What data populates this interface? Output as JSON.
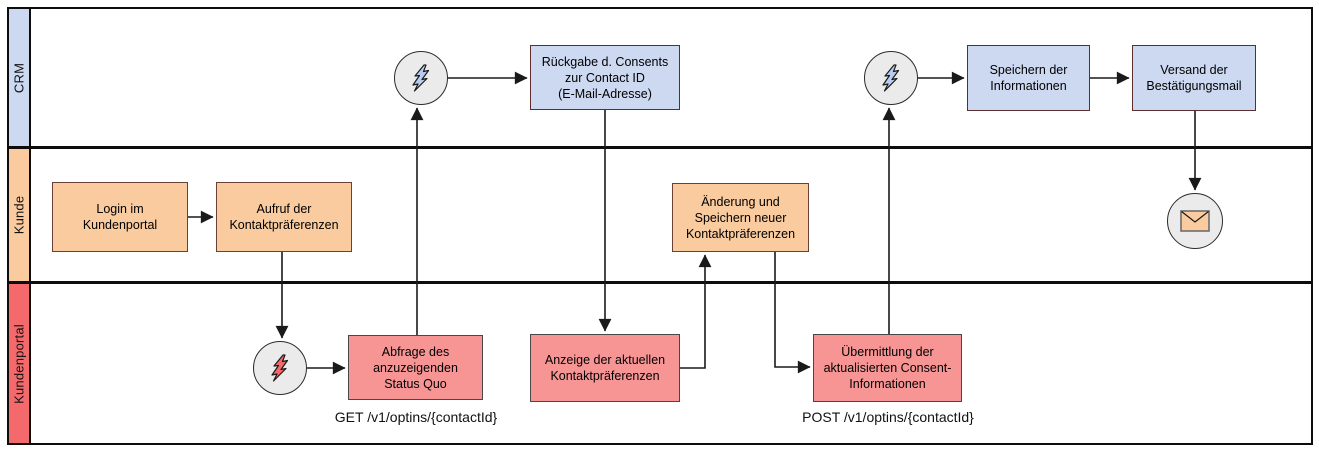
{
  "diagram": {
    "type": "swimlane-flowchart",
    "lanes": [
      {
        "id": "crm",
        "label": "CRM",
        "color": "#ccd9f1"
      },
      {
        "id": "kunde",
        "label": "Kunde",
        "color": "#f9cb9e"
      },
      {
        "id": "kundenportal",
        "label": "Kundenportal",
        "color": "#f4696b"
      }
    ],
    "nodes": {
      "login": {
        "lane": "kunde",
        "label": "Login im\nKundenportal"
      },
      "aufruf": {
        "lane": "kunde",
        "label": "Aufruf der\nKontaktpräferenzen"
      },
      "aenderung": {
        "lane": "kunde",
        "label": "Änderung und\nSpeichern neuer\nKontaktpräferenzen"
      },
      "rueckgabe": {
        "lane": "crm",
        "label": "Rückgabe d. Consents\nzur Contact ID\n(E-Mail-Adresse)"
      },
      "speichern": {
        "lane": "crm",
        "label": "Speichern der\nInformationen"
      },
      "versand": {
        "lane": "crm",
        "label": "Versand der\nBestätigungsmail"
      },
      "abfrage": {
        "lane": "kundenportal",
        "label": "Abfrage des\nanzuzeigenden\nStatus Quo"
      },
      "anzeige": {
        "lane": "kundenportal",
        "label": "Anzeige der aktuellen\nKontaktpräferenzen"
      },
      "uebermittlung": {
        "lane": "kundenportal",
        "label": "Übermittlung der\naktualisierten Consent-\nInformationen"
      }
    },
    "events": {
      "crm_event_1": {
        "lane": "crm",
        "icon": "lightning-icon",
        "bolt_color": "#b9cdf0"
      },
      "crm_event_2": {
        "lane": "crm",
        "icon": "lightning-icon",
        "bolt_color": "#b9cdf0"
      },
      "kundenportal_event": {
        "lane": "kundenportal",
        "icon": "lightning-icon",
        "bolt_color": "#f4696b"
      },
      "mail_event": {
        "lane": "kunde",
        "icon": "envelope-icon",
        "envelope_color": "#f9cb9e"
      }
    },
    "annotations": {
      "get_endpoint": "GET /v1/optins/{contactId}",
      "post_endpoint": "POST /v1/optins/{contactId}"
    },
    "colors": {
      "box_blue_fill": "#ccd9f1",
      "box_blue_border": "#5d2e2e",
      "box_orange_fill": "#f9cb9e",
      "box_orange_border": "#6b4035",
      "box_red_fill": "#f79595",
      "box_red_border": "#474747",
      "lane_red": "#f4696b",
      "event_circle_fill": "#ebebeb",
      "line_color": "#1a1a1a",
      "frame_color": "#0d0d0d"
    }
  }
}
